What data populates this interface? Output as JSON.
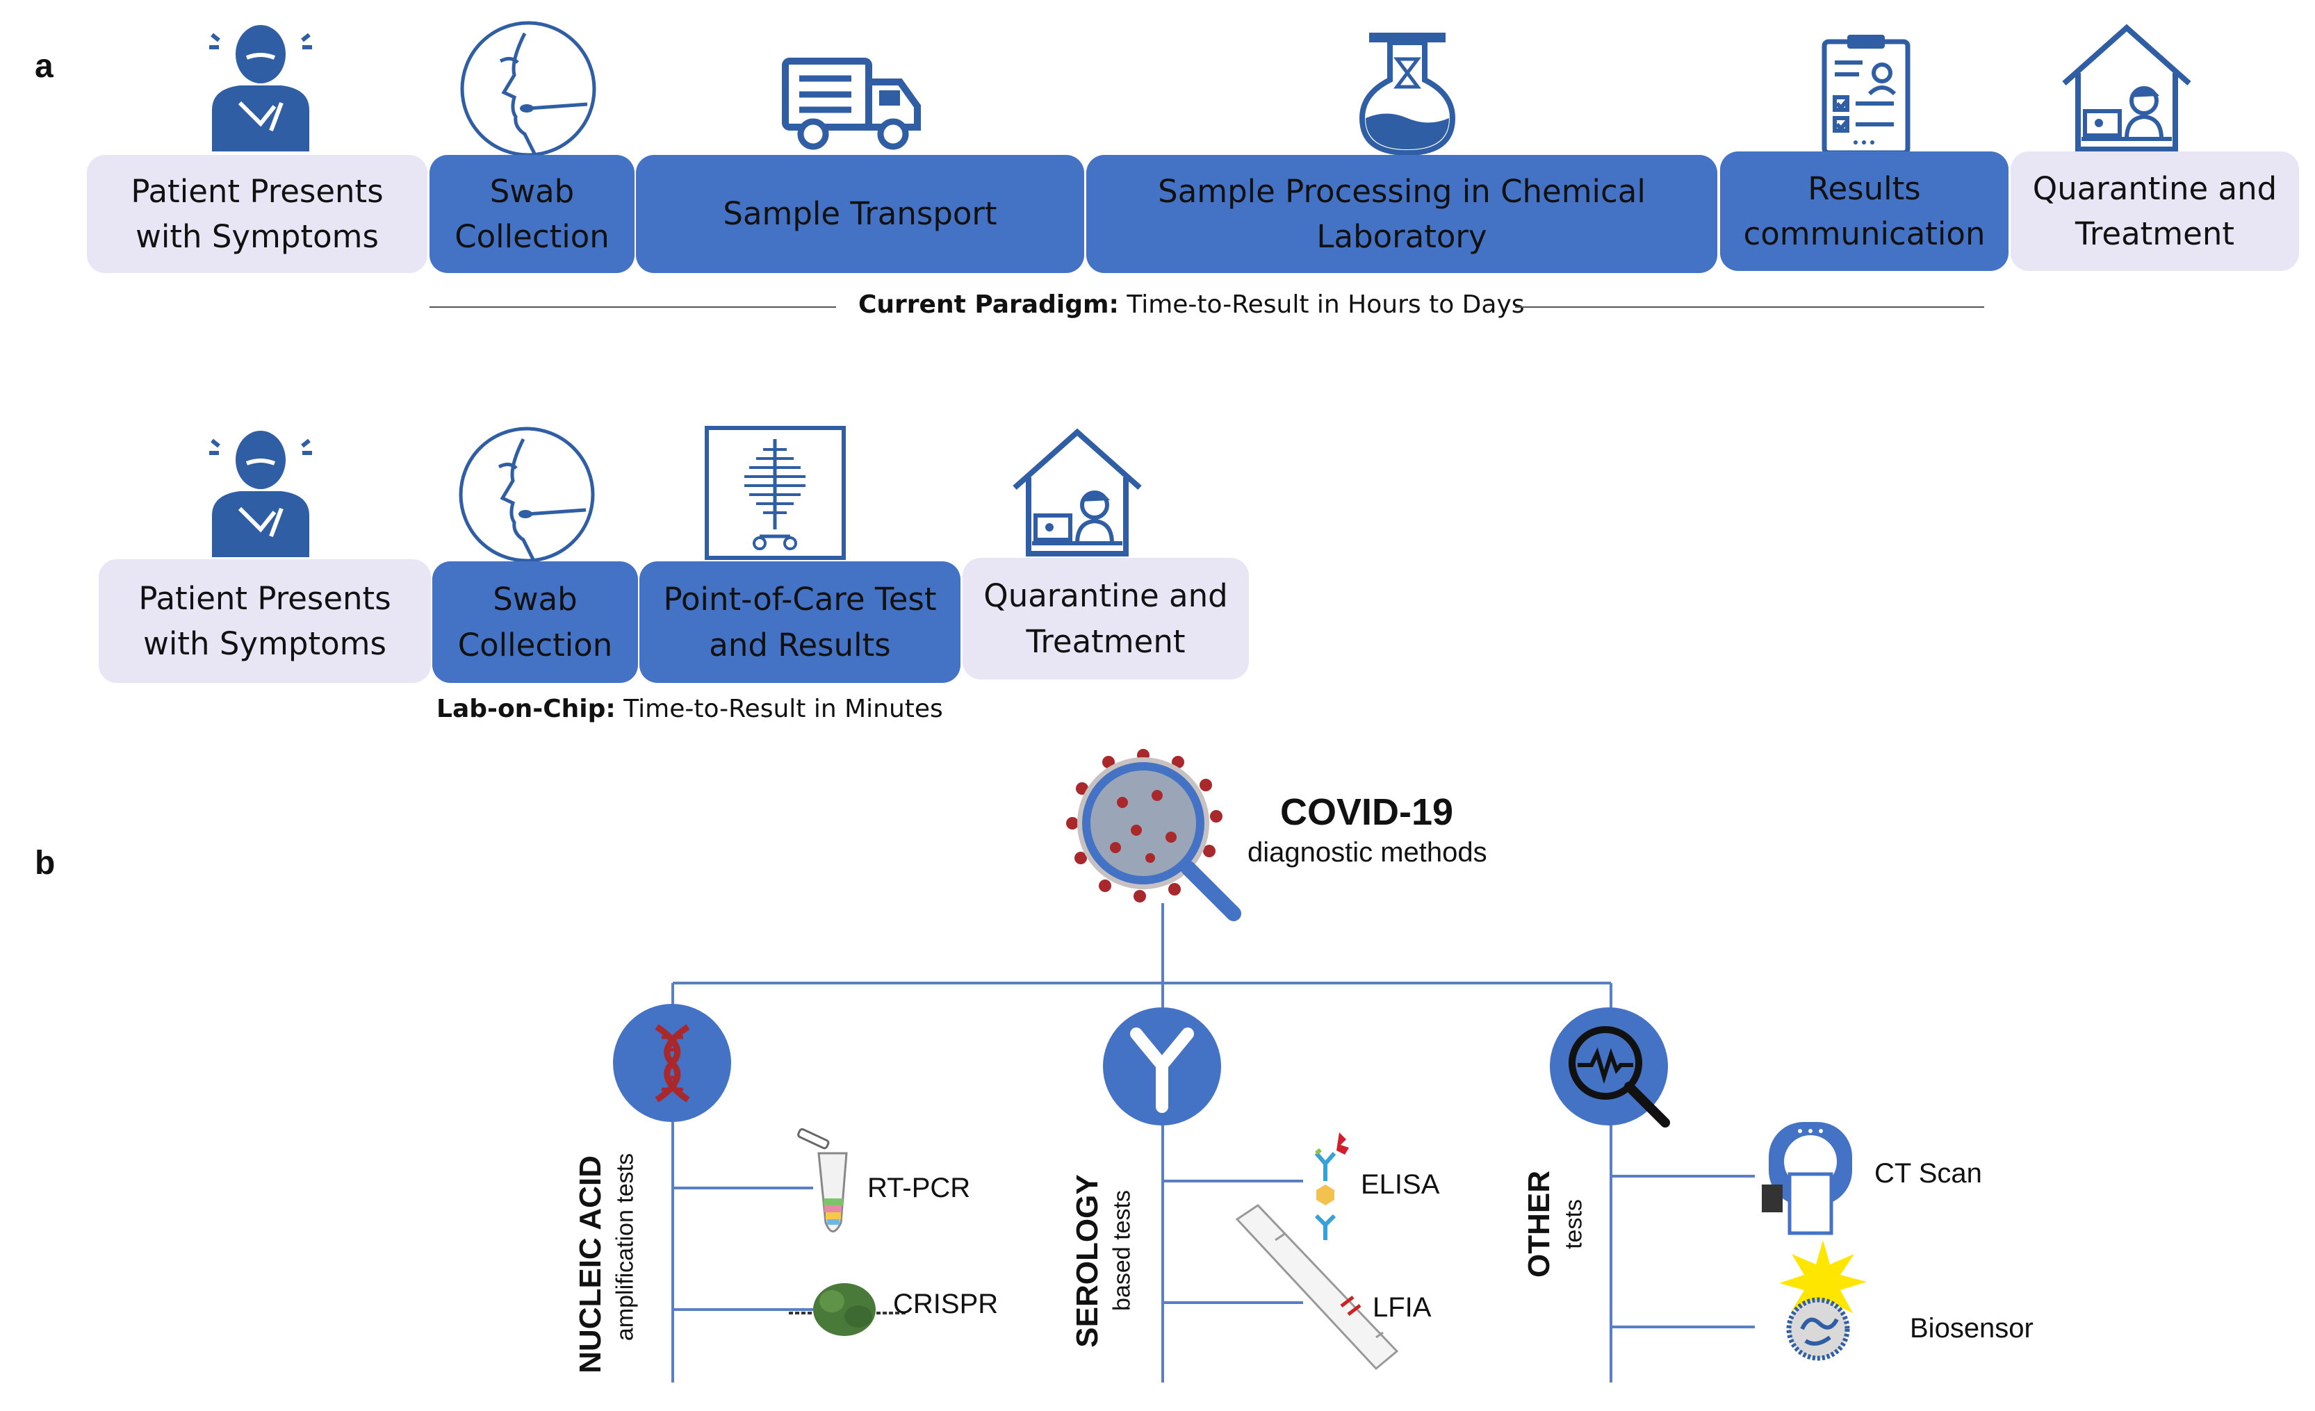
{
  "panel_a": {
    "label": "a",
    "current": {
      "steps": [
        {
          "line1": "Patient Presents",
          "line2": "with Symptoms",
          "icon": "sick-patient-icon",
          "style": "light"
        },
        {
          "line1": "Swab",
          "line2": "Collection",
          "icon": "swab-face-icon",
          "style": "dark"
        },
        {
          "line1": "Sample Transport",
          "line2": "",
          "icon": "delivery-truck-icon",
          "style": "dark"
        },
        {
          "line1": "Sample Processing in Chemical",
          "line2": "Laboratory",
          "icon": "lab-flask-icon",
          "style": "dark"
        },
        {
          "line1": "Results",
          "line2": "communication",
          "icon": "clipboard-report-icon",
          "style": "dark"
        },
        {
          "line1": "Quarantine and",
          "line2": "Treatment",
          "icon": "home-quarantine-icon",
          "style": "light"
        }
      ],
      "caption_bold": "Current Paradigm:",
      "caption_text": " Time-to-Result in Hours to Days"
    },
    "loc": {
      "steps": [
        {
          "line1": "Patient Presents",
          "line2": "with Symptoms",
          "icon": "sick-patient-icon",
          "style": "light"
        },
        {
          "line1": "Swab",
          "line2": "Collection",
          "icon": "swab-face-icon",
          "style": "dark"
        },
        {
          "line1": "Point-of-Care Test",
          "line2": "and Results",
          "icon": "poc-device-icon",
          "style": "dark"
        },
        {
          "line1": "Quarantine and",
          "line2": "Treatment",
          "icon": "home-quarantine-icon",
          "style": "light"
        }
      ],
      "caption_bold": "Lab-on-Chip:",
      "caption_text": " Time-to-Result in Minutes"
    }
  },
  "panel_b": {
    "label": "b",
    "root": {
      "title": "COVID-19",
      "subtitle": "diagnostic methods",
      "icon": "virus-magnifier-icon"
    },
    "categories": [
      {
        "title": "NUCLEIC ACID",
        "subtitle": "amplification tests",
        "icon": "dna-icon",
        "methods": [
          {
            "name": "RT-PCR",
            "icon": "pcr-tube-icon"
          },
          {
            "name": "CRISPR",
            "icon": "crispr-complex-icon"
          }
        ]
      },
      {
        "title": "SEROLOGY",
        "subtitle": "based tests",
        "icon": "antibody-icon",
        "methods": [
          {
            "name": "ELISA",
            "icon": "elisa-antibody-icon"
          },
          {
            "name": "LFIA",
            "icon": "lateral-flow-strip-icon"
          }
        ]
      },
      {
        "title": "OTHER",
        "subtitle": "tests",
        "icon": "signal-magnifier-icon",
        "methods": [
          {
            "name": "CT Scan",
            "icon": "ct-scanner-icon"
          },
          {
            "name": "Biosensor",
            "icon": "biosensor-icon"
          }
        ]
      }
    ]
  },
  "colors": {
    "accent": "#4472c4",
    "light_box": "#e8e6f5",
    "icon": "#2f5ea5",
    "virus_red": "#a8282b"
  }
}
